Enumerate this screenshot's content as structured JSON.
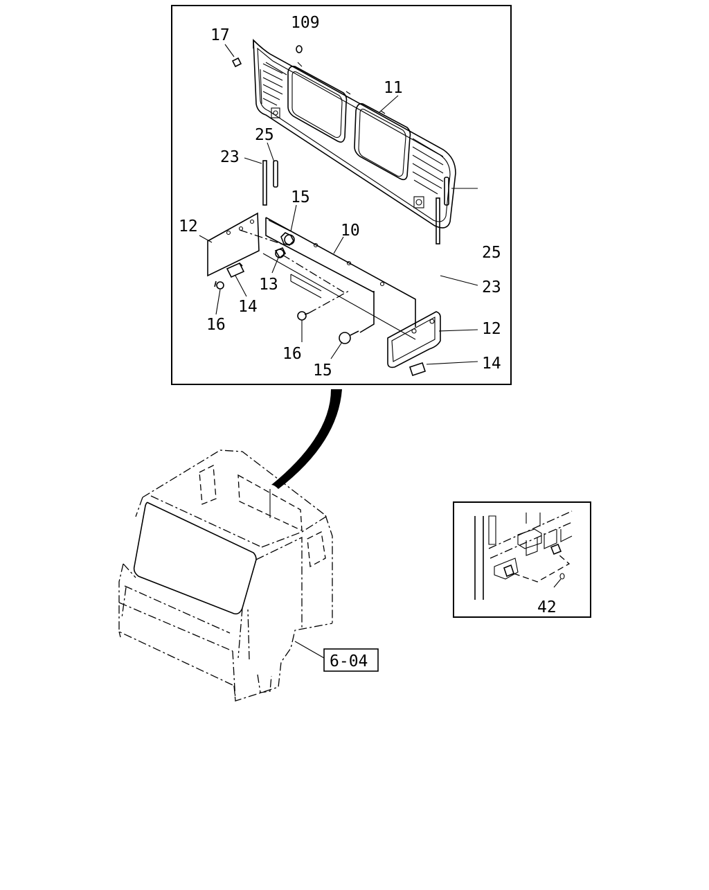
{
  "callouts": {
    "c109": "109",
    "c17": "17",
    "c11": "11",
    "c25a": "25",
    "c23a": "23",
    "c15a": "15",
    "c12a": "12",
    "c10": "10",
    "c13": "13",
    "c14a": "14",
    "c16a": "16",
    "c25b": "25",
    "c23b": "23",
    "c12b": "12",
    "c16b": "16",
    "c15b": "15",
    "c14b": "14"
  },
  "reference": {
    "label": "6-04"
  },
  "inset": {
    "callout": "42"
  }
}
